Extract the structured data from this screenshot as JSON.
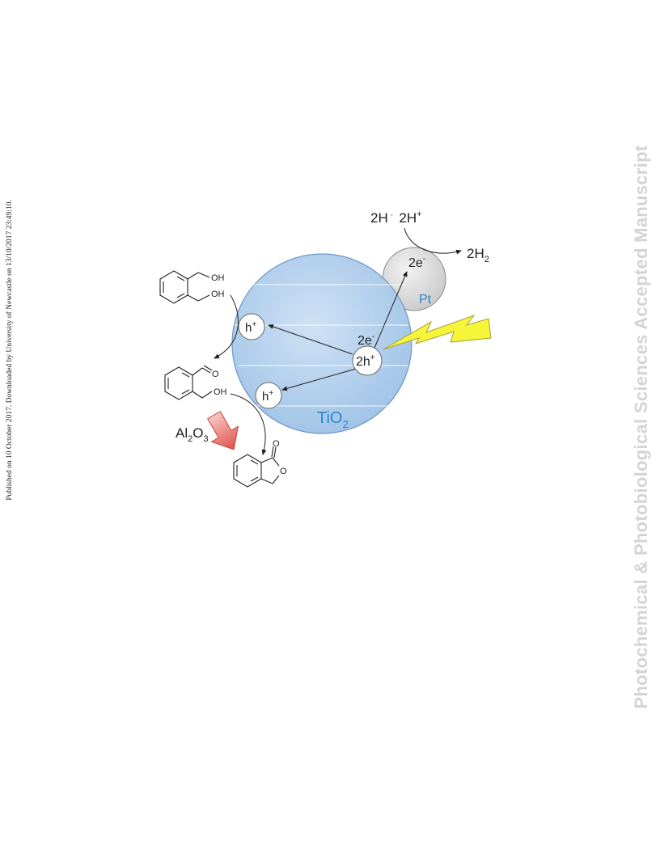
{
  "sidebar_left": {
    "text": "Published on 10 October 2017. Downloaded by University of Newcastle on 13/10/2017 23:49:10."
  },
  "sidebar_right": {
    "text": "Photochemical & Photobiological Sciences Accepted Manuscript"
  },
  "figure": {
    "reactants_top": {
      "left_main": "2H",
      "left_sup": "·",
      "right_main": "2H",
      "right_sup": "+"
    },
    "product_h2": {
      "main": "2H",
      "sub": "2"
    },
    "pt_electron": {
      "main": "2e",
      "sup": "-"
    },
    "pt_label": "Pt",
    "center_electron": {
      "main": "2e",
      "sup": "-"
    },
    "center_hole": {
      "main": "2h",
      "sup": "+"
    },
    "hole_upper": {
      "main": "h",
      "sup": "+"
    },
    "hole_lower": {
      "main": "h",
      "sup": "+"
    },
    "tio2": {
      "main": "TiO",
      "sub": "2"
    },
    "al2o3": {
      "a": "Al",
      "sub1": "2",
      "b": "O",
      "sub2": "3"
    },
    "diol": {
      "oh1": "OH",
      "oh2": "OH"
    },
    "aldehyde": {
      "o": "O",
      "oh": "OH"
    },
    "lactone": {
      "o_carbonyl": "O",
      "o_ring": "O"
    },
    "colors": {
      "tio2_fill": "#b9d4ee",
      "pt_fill": "#dcdcdc",
      "label_blue": "#2f86c7",
      "lightning": "#f5f53a",
      "al2o3_arrow": "#e0504a"
    }
  }
}
